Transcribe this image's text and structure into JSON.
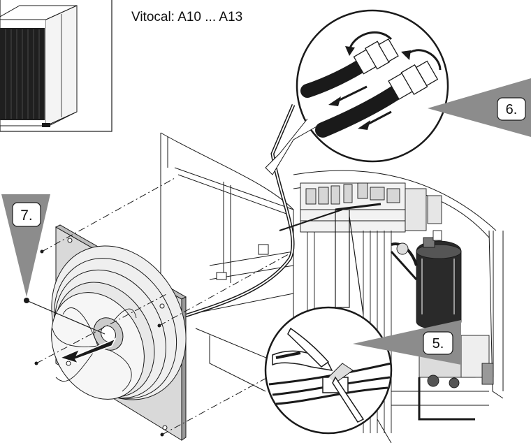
{
  "title": "Vitocal: A10 ... A13",
  "steps": {
    "step5": "5.",
    "step6": "6.",
    "step7": "7."
  },
  "colors": {
    "line": "#1a1a1a",
    "panel_fill": "#ffffff",
    "pointer_gray": "#8c8c8c",
    "unit_dark": "#222222"
  }
}
